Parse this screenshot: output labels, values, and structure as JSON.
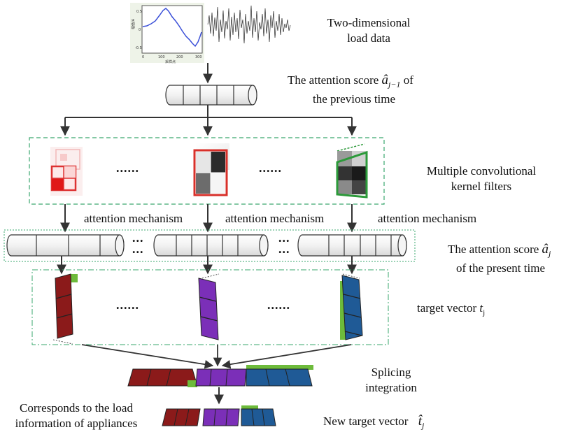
{
  "labels": {
    "input_line1": "Two-dimensional",
    "input_line2": "load data",
    "prev_score_line1": "The attention score",
    "prev_score_of": "of",
    "prev_score_line2": "the previous time",
    "filters_line1": "Multiple convolutional",
    "filters_line2": "kernel filters",
    "attention_1": "attention mechanism",
    "attention_2": "attention mechanism",
    "attention_3": "attention mechanism",
    "present_score_line1": "The attention score",
    "present_score_line2": "of the present time",
    "target_vector": "target vector",
    "target_sub": "j",
    "splicing_line1": "Splicing",
    "splicing_line2": "integration",
    "corresponds_line1": "Corresponds to the load",
    "corresponds_line2": "information of appliances",
    "new_target": "New target vector"
  },
  "math": {
    "a_hat": "â",
    "prev_sub": "j−1",
    "present_sub": "j",
    "target_t": "t",
    "new_t_hat": "t̂",
    "new_t_sub": "j"
  },
  "ellipses": {
    "filters_left": "......",
    "filters_right": "......",
    "scores_left_top": "...",
    "scores_left_bottom": "...",
    "scores_right_top": "...",
    "scores_right_bottom": "...",
    "targets_left": "......",
    "targets_right": "......"
  },
  "plot": {
    "ylabel": "幅值/A",
    "xlabel": "采样点",
    "xticks": [
      "0",
      "100",
      "200",
      "300"
    ],
    "yticks": [
      "0.5",
      "0",
      "-0.5"
    ]
  },
  "colors": {
    "red": "#8b1a1a",
    "purple": "#7b2fb8",
    "blue": "#1f5a96",
    "green": "#6dbb3b",
    "frame_green": "#3aa76d",
    "arrow": "#333333"
  }
}
